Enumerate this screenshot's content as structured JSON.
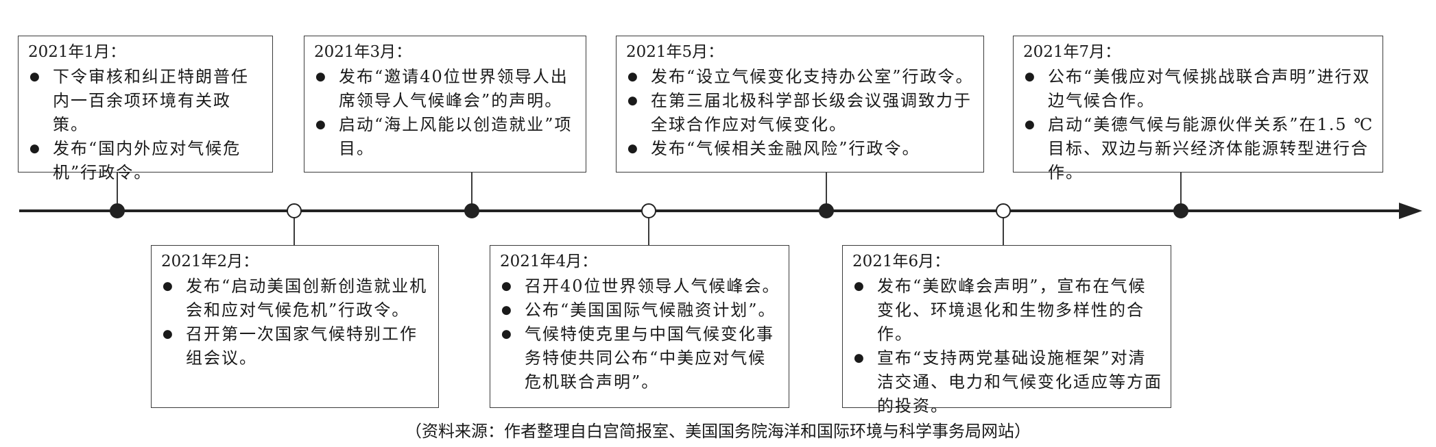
{
  "events": [
    {
      "date": "2021年1月：",
      "items": [
        "下令审核和纠正特朗普任内一百余项环境有关政策。",
        "发布“国内外应对气候危机”行政令。"
      ]
    },
    {
      "date": "2021年2月：",
      "items": [
        "发布“启动美国创新创造就业机会和应对气候危机”行政令。",
        "召开第一次国家气候特别工作组会议。"
      ]
    },
    {
      "date": "2021年3月：",
      "items": [
        "发布“邀请40位世界领导人出席领导人气候峰会”的声明。",
        "启动“海上风能以创造就业”项目。"
      ]
    },
    {
      "date": "2021年4月：",
      "items": [
        "召开40位世界领导人气候峰会。",
        "公布“美国国际气候融资计划”。",
        "气候特使克里与中国气候变化事务特使共同公布“中美应对气候危机联合声明”。"
      ]
    },
    {
      "date": "2021年5月：",
      "items": [
        "发布“设立气候变化支持办公室”行政令。",
        "在第三届北极科学部长级会议强调致力于全球合作应对气候变化。",
        "发布“气候相关金融风险”行政令。"
      ]
    },
    {
      "date": "2021年6月：",
      "items": [
        "发布“美欧峰会声明”，宣布在气候变化、环境退化和生物多样性的合作。",
        "宣布“支持两党基础设施框架”对清洁交通、电力和气候变化适应等方面的投资。"
      ]
    },
    {
      "date": "2021年7月：",
      "items": [
        "公布“美俄应对气候挑战联合声明”进行双边气候合作。",
        "启动“美德气候与能源伙伴关系”在1.5 ℃目标、双边与新兴经济体能源转型进行合作。"
      ]
    }
  ],
  "source": "（资料来源：作者整理自白宫简报室、美国国务院海洋和国际环境与科学事务局网站）"
}
